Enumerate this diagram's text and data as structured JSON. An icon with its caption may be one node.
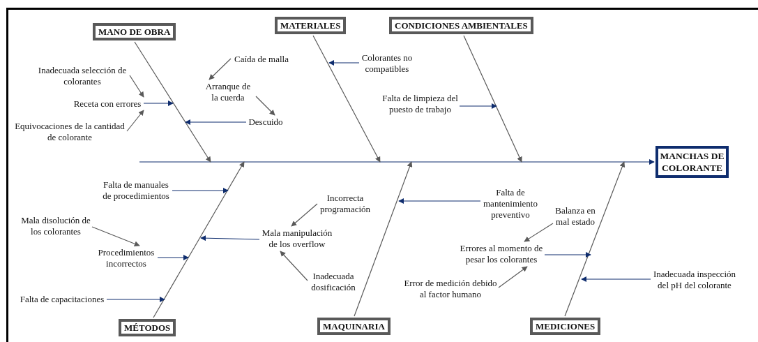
{
  "diagram": {
    "nodes": [
      {
        "text": [
          "MANO DE OBRA"
        ]
      },
      {
        "text": [
          "MATERIALES"
        ]
      },
      {
        "text": [
          "CONDICIONES AMBIENTALES"
        ]
      },
      {
        "text": [
          "MANCHAS DE COLORANTE"
        ]
      },
      {
        "text": [
          "Caída de malla"
        ]
      },
      {
        "text": [
          "Colorantes no compatibles"
        ]
      },
      {
        "text": [
          "Inadecuada selección de colorantes"
        ]
      },
      {
        "text": [
          "Arranque de la cuerda"
        ]
      },
      {
        "text": [
          "Receta con errores"
        ]
      },
      {
        "text": [
          "Falta de limpieza del puesto de trabajo"
        ]
      },
      {
        "text": [
          "Descuido"
        ]
      },
      {
        "text": [
          "Equivocaciones de la cantidad de colorante"
        ]
      },
      {
        "text": [
          "Falta de manuales de procedimientos"
        ]
      },
      {
        "text": [
          "Incorrecta programación"
        ]
      },
      {
        "text": [
          "Falta de mantenimiento preventivo"
        ]
      },
      {
        "text": [
          "Balanza en mal estado"
        ]
      },
      {
        "text": [
          "Mala disolución de los colorantes"
        ]
      },
      {
        "text": [
          "Mala manipulación de los overflow"
        ]
      },
      {
        "text": [
          "Procedimientos incorrectos"
        ]
      },
      {
        "text": [
          "Errores al momento de pesar los colorantes"
        ]
      },
      {
        "text": [
          "Inadecuada dosificación"
        ]
      },
      {
        "text": [
          "Inadecuada inspección del pH del colorante"
        ]
      },
      {
        "text": [
          "Error de medición debido al factor humano"
        ]
      },
      {
        "text": [
          "Falta de capacitaciones"
        ]
      },
      {
        "text": [
          "MÉTODOS"
        ]
      },
      {
        "text": [
          "MAQUINARIA"
        ]
      },
      {
        "text": [
          "MEDICIONES"
        ]
      }
    ],
    "edges": [
      {
        "from": null,
        "to": 3,
        "arrow": "to",
        "color": "#0f2d6e"
      },
      {
        "from": 0,
        "to": null,
        "arrow": "to"
      },
      {
        "from": 1,
        "to": null,
        "arrow": "to"
      },
      {
        "from": 2,
        "to": null,
        "arrow": "to"
      },
      {
        "from": 24,
        "to": null,
        "arrow": "to"
      },
      {
        "from": 25,
        "to": null,
        "arrow": "to"
      },
      {
        "from": 26,
        "to": null,
        "arrow": "to"
      },
      {
        "from": 5,
        "to": null,
        "arrow": "to",
        "color": "#0f2d6e"
      },
      {
        "from": 8,
        "to": null,
        "arrow": "to",
        "color": "#0f2d6e"
      },
      {
        "from": 9,
        "to": null,
        "arrow": "to",
        "color": "#0f2d6e"
      },
      {
        "from": 10,
        "to": null,
        "arrow": "to",
        "color": "#0f2d6e"
      },
      {
        "from": 12,
        "to": null,
        "arrow": "to",
        "color": "#0f2d6e"
      },
      {
        "from": 17,
        "to": null,
        "arrow": "to",
        "color": "#0f2d6e"
      },
      {
        "from": 18,
        "to": null,
        "arrow": "to",
        "color": "#0f2d6e"
      },
      {
        "from": 23,
        "to": null,
        "arrow": "to",
        "color": "#0f2d6e"
      },
      {
        "from": 14,
        "to": null,
        "arrow": "to",
        "color": "#0f2d6e"
      },
      {
        "from": 19,
        "to": null,
        "arrow": "to",
        "color": "#0f2d6e"
      },
      {
        "from": 21,
        "to": null,
        "arrow": "to",
        "color": "#0f2d6e"
      },
      {
        "from": 6,
        "to": 8,
        "arrow": "to"
      },
      {
        "from": 11,
        "to": 8,
        "arrow": "to"
      },
      {
        "from": 4,
        "to": 7,
        "arrow": "to"
      },
      {
        "from": 7,
        "to": 10,
        "arrow": "to"
      },
      {
        "from": 16,
        "to": 18,
        "arrow": "to"
      },
      {
        "from": 13,
        "to": 17,
        "arrow": "to"
      },
      {
        "from": 20,
        "to": 17,
        "arrow": "to"
      },
      {
        "from": 15,
        "to": 19,
        "arrow": "to"
      },
      {
        "from": 22,
        "to": 19,
        "arrow": "to"
      }
    ]
  }
}
